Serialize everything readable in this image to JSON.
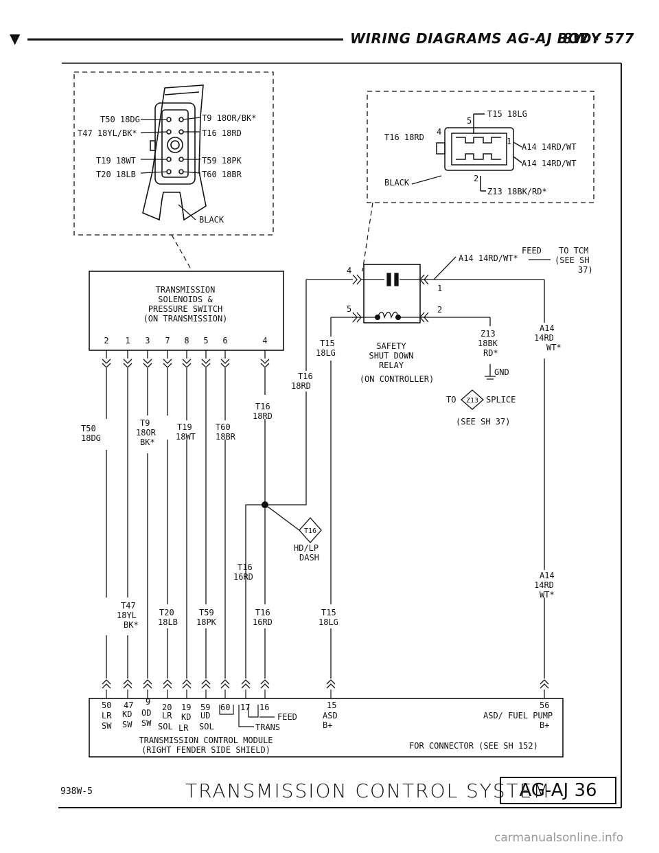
{
  "header": {
    "title": "WIRING DIAGRAMS AG-AJ BODY",
    "page": "8W - 577"
  },
  "connector_left": {
    "wires_left": [
      "T50 18DG",
      "T47 18YL/BK*",
      "T19 18WT",
      "T20 18LB"
    ],
    "wires_right": [
      "T9 18OR/BK*",
      "T16 18RD",
      "T59 18PK",
      "T60 18BR"
    ],
    "color": "BLACK"
  },
  "connector_right": {
    "wires": [
      "T15 18LG",
      "T16 18RD",
      "A14 14RD/WT",
      "A14 14RD/WT",
      "Z13 18BK/RD*"
    ],
    "pins": [
      "5",
      "4",
      "1",
      "2"
    ],
    "color": "BLACK"
  },
  "solenoids_box": {
    "lines": [
      "TRANSMISSION",
      "SOLENOIDS &",
      "PRESSURE SWITCH",
      "(ON TRANSMISSION)"
    ],
    "pins": [
      "2",
      "1",
      "3",
      "7",
      "8",
      "5",
      "6",
      "4"
    ]
  },
  "relay": {
    "lines": [
      "SAFETY",
      "SHUT DOWN",
      "RELAY",
      "(ON CONTROLLER)"
    ],
    "pins": [
      "4",
      "1",
      "5",
      "2"
    ],
    "feed_wire": "A14 14RD/WT*",
    "feed": "FEED",
    "feed_note": [
      "TO TCM",
      "(SEE SH",
      "37)"
    ],
    "gnd": "GND",
    "splice_prefix": "TO",
    "splice_id": "Z13",
    "splice_suffix": "SPLICE",
    "splice_note": "(SEE SH 37)"
  },
  "wire_labels": {
    "t50": [
      "T50",
      "18DG"
    ],
    "t9": [
      "T9",
      "18OR",
      "BK*"
    ],
    "t19": [
      "T19",
      "18WT"
    ],
    "t60": [
      "T60",
      "18BR"
    ],
    "t16a": [
      "T16",
      "18RD"
    ],
    "t16b": [
      "T16",
      "18RD"
    ],
    "t15a": [
      "T15",
      "18LG"
    ],
    "z13": [
      "Z13",
      "18BK",
      "RD*"
    ],
    "a14a": [
      "A14",
      "14RD",
      "WT*"
    ],
    "t16c": [
      "T16",
      "16RD"
    ],
    "a14b": [
      "A14",
      "14RD",
      "WT*"
    ],
    "t47": [
      "T47",
      "18YL",
      "BK*"
    ],
    "t20": [
      "T20",
      "18LB"
    ],
    "t59": [
      "T59",
      "18PK"
    ],
    "t16d": [
      "T16",
      "16RD"
    ],
    "t15b": [
      "T15",
      "18LG"
    ]
  },
  "splice_t16": {
    "id": "T16",
    "label": [
      "HD/LP",
      "DASH"
    ]
  },
  "tcm_box": {
    "pins": [
      "50",
      "47",
      "9",
      "20",
      "19",
      "59",
      "60",
      "17",
      "16",
      "15",
      "56"
    ],
    "row2": [
      "LR",
      "KD",
      "OD",
      "LR",
      "KD",
      "UD"
    ],
    "row3": [
      "SW",
      "SW",
      "SW",
      "SOL",
      "LR",
      "SOL"
    ],
    "feed": "FEED",
    "trans": "TRANS",
    "asd": [
      "ASD",
      "B+"
    ],
    "asd_fuel": [
      "ASD/ FUEL PUMP",
      "B+"
    ],
    "title": [
      "TRANSMISSION CONTROL MODULE",
      "(RIGHT FENDER SIDE SHIELD)"
    ],
    "connector_note": "FOR CONNECTOR (SEE SH 152)"
  },
  "footer": {
    "code": "938W-5",
    "title": "TRANSMISSION CONTROL SYSTEM",
    "box": "AG-AJ 36"
  },
  "watermark": "carmanualsonline.info"
}
